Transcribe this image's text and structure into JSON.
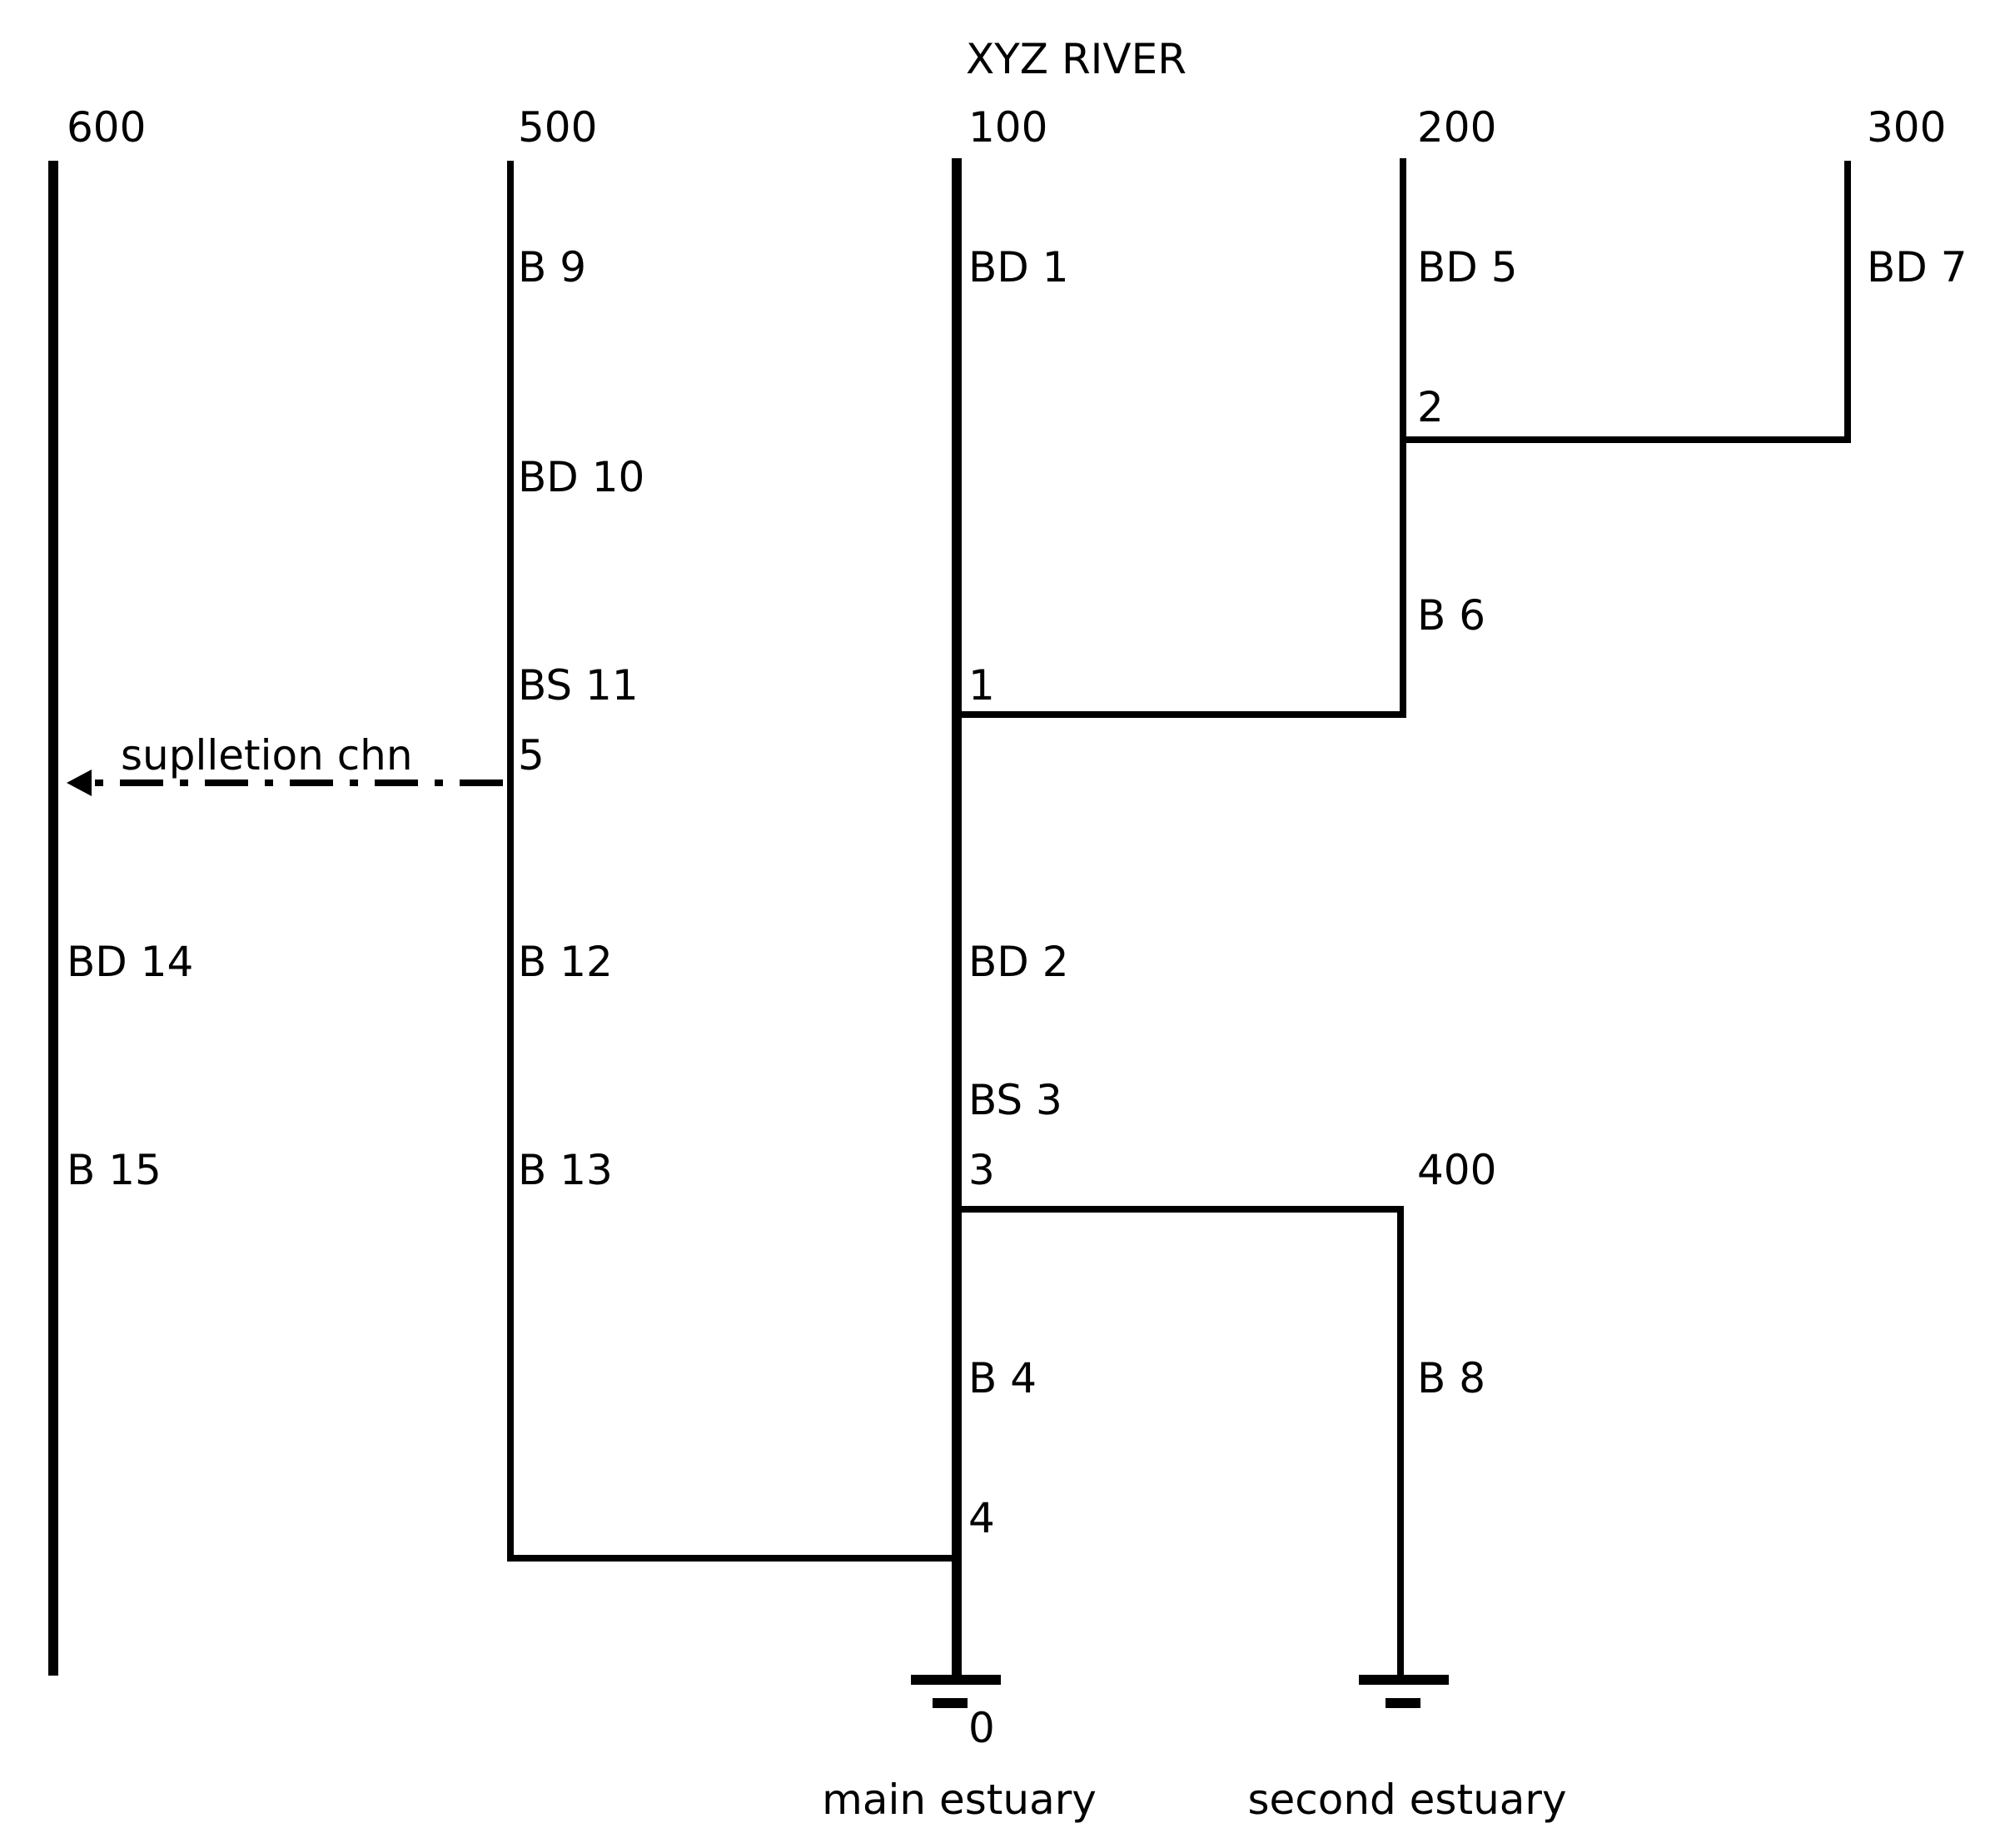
{
  "title": "XYZ RIVER",
  "channels": {
    "c600": "600",
    "c500": "500",
    "c100": "100",
    "c200": "200",
    "c300": "300",
    "c400": "400"
  },
  "reaches": {
    "b9": "B 9",
    "bd10": "BD 10",
    "bs11": "BS 11",
    "b12": "B 12",
    "b13": "B 13",
    "bd1": "BD 1",
    "bd2": "BD 2",
    "bs3": "BS 3",
    "b4": "B 4",
    "bd5": "BD 5",
    "b6": "B 6",
    "bd7": "BD 7",
    "b8": "B 8",
    "bd14": "BD 14",
    "b15": "B 15"
  },
  "nodes": {
    "n0": "0",
    "n1": "1",
    "n2": "2",
    "n3": "3",
    "n4": "4",
    "n5": "5"
  },
  "outlets": {
    "main": "main estuary",
    "second": "second estuary"
  },
  "diversion_label": "suplletion chn"
}
